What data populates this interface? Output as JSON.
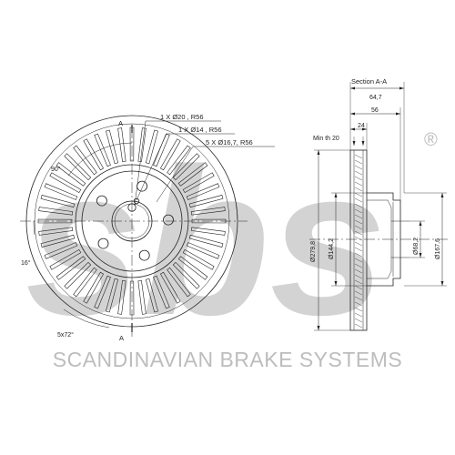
{
  "brand": {
    "watermark_logo": "sbs",
    "watermark_text": "SCANDINAVIAN BRAKE SYSTEMS",
    "registered_mark": "®"
  },
  "front_view": {
    "section_marker_top": "A",
    "section_marker_bottom": "A",
    "hole_callouts": [
      "1 X Ø20 , R56",
      "1 X Ø14 , R56",
      "5 X Ø16,7, R56"
    ],
    "angle_90": "90°",
    "angle_16": "16°",
    "angle_5x72": "5x72°"
  },
  "section_view": {
    "title": "Section  A-A",
    "dim_64_7": "64,7",
    "dim_56": "56",
    "dim_24": "24",
    "min_th": "Min th 20",
    "dia_279_8": "Ø279,8",
    "dia_144_2": "Ø144,2",
    "dia_68_2": "Ø68,2",
    "dia_167_6": "Ø167,6"
  },
  "colors": {
    "line": "#222222",
    "watermark": "#c8c8c8"
  }
}
